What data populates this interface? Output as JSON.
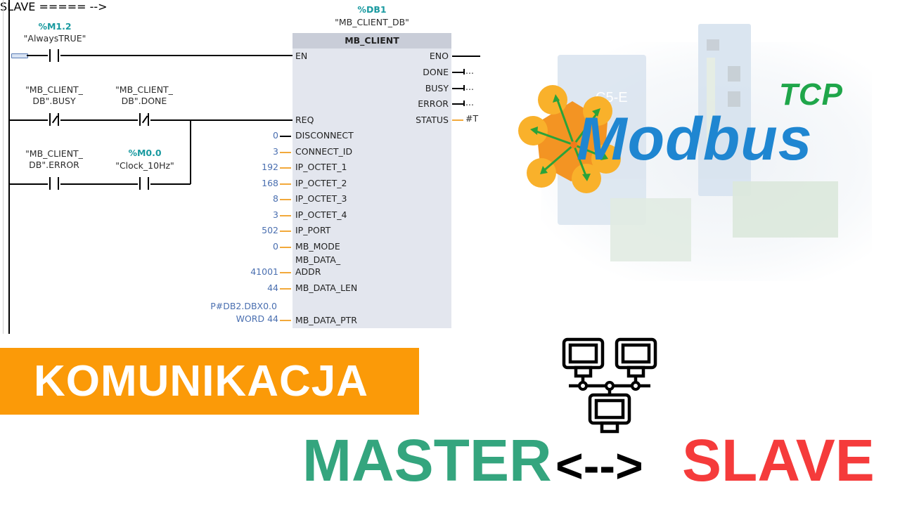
{
  "ladder": {
    "contact1": {
      "address": "%M1.2",
      "symbol": "\"AlwaysTRUE\""
    },
    "contact2": {
      "symbol_line1": "\"MB_CLIENT_",
      "symbol_line2": "DB\".BUSY"
    },
    "contact3": {
      "symbol_line1": "\"MB_CLIENT_",
      "symbol_line2": "DB\".DONE"
    },
    "contact4": {
      "symbol_line1": "\"MB_CLIENT_",
      "symbol_line2": "DB\".ERROR"
    },
    "contact5": {
      "address": "%M0.0",
      "symbol": "\"Clock_10Hz\""
    }
  },
  "function_block": {
    "instance_address": "%DB1",
    "instance_name": "\"MB_CLIENT_DB\"",
    "type": "MB_CLIENT",
    "inputs": [
      {
        "pin": "EN",
        "value": ""
      },
      {
        "pin": "REQ",
        "value": ""
      },
      {
        "pin": "DISCONNECT",
        "value": "0"
      },
      {
        "pin": "CONNECT_ID",
        "value": "3"
      },
      {
        "pin": "IP_OCTET_1",
        "value": "192"
      },
      {
        "pin": "IP_OCTET_2",
        "value": "168"
      },
      {
        "pin": "IP_OCTET_3",
        "value": "8"
      },
      {
        "pin": "IP_OCTET_4",
        "value": "3"
      },
      {
        "pin": "IP_PORT",
        "value": "502"
      },
      {
        "pin": "MB_MODE",
        "value": "0"
      },
      {
        "pin_line1": "MB_DATA_",
        "pin": "ADDR",
        "value": "41001"
      },
      {
        "pin": "MB_DATA_LEN",
        "value": "44"
      },
      {
        "pin": "MB_DATA_PTR",
        "value_line1": "P#DB2.DBX0.0",
        "value": "WORD 44"
      }
    ],
    "outputs": [
      {
        "pin": "ENO",
        "value": ""
      },
      {
        "pin": "DONE",
        "value": "..."
      },
      {
        "pin": "BUSY",
        "value": "..."
      },
      {
        "pin": "ERROR",
        "value": "..."
      },
      {
        "pin": "STATUS",
        "value": "#T"
      }
    ]
  },
  "logo": {
    "protocol": "Modbus",
    "variant": "TCP",
    "device_label": "C5-E"
  },
  "banner": {
    "text": "KOMUNIKACJA"
  },
  "footer": {
    "master": "MASTER",
    "arrow": "<-->",
    "slave": "SLAVE",
    "colors": {
      "master": "#34a57e",
      "slave": "#f53b3b",
      "banner": "#fb9a08",
      "modbus_blue": "#1f86d1",
      "tcp_green": "#1fa64a"
    }
  }
}
